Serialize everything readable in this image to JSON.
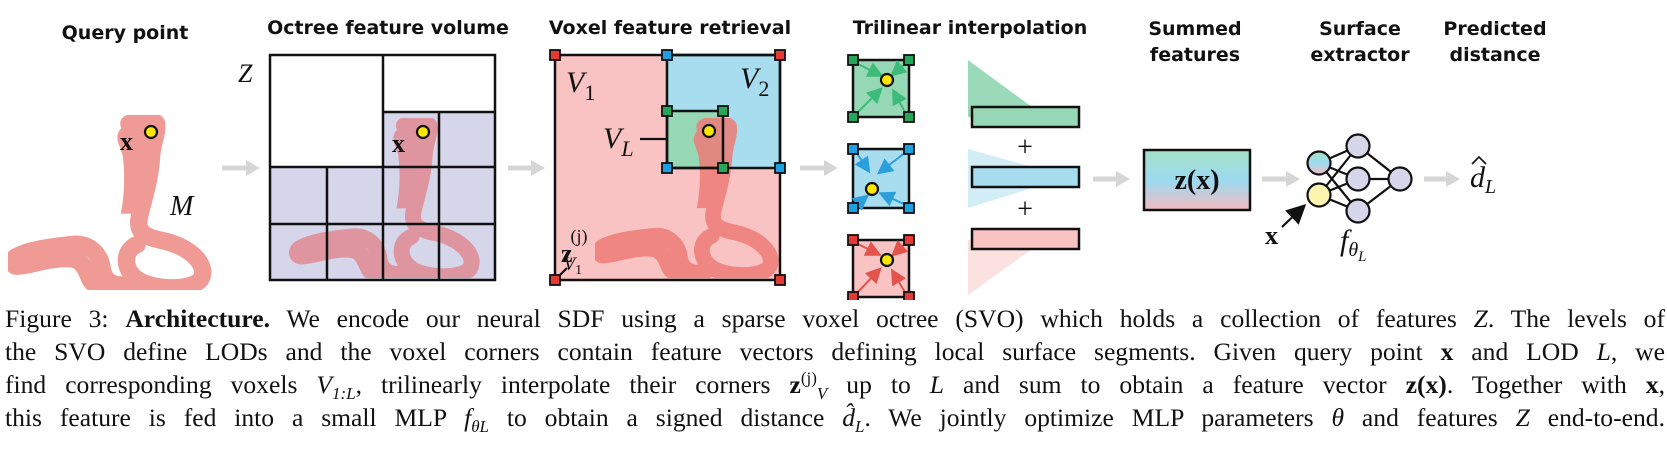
{
  "figure": {
    "stages": [
      {
        "id": "query",
        "title": "Query point"
      },
      {
        "id": "octree",
        "title": "Octree feature volume"
      },
      {
        "id": "voxel",
        "title": "Voxel feature retrieval"
      },
      {
        "id": "trilinear",
        "title": "Trilinear interpolation"
      },
      {
        "id": "summed",
        "title": "Summed\nfeatures"
      },
      {
        "id": "extractor",
        "title": "Surface\nextractor"
      },
      {
        "id": "predicted",
        "title": "Predicted\ndistance"
      }
    ],
    "labels": {
      "query_point": "x",
      "mesh": "M",
      "feature_set": "Z",
      "octree_point": "x",
      "voxel_1": "V",
      "voxel_1_sub": "1",
      "voxel_2": "V",
      "voxel_2_sub": "2",
      "voxel_L": "V",
      "voxel_L_sub": "L",
      "corner_feature": "z",
      "corner_feature_sup": "(j)",
      "corner_feature_sub": "V",
      "corner_feature_sub_sub": "1",
      "plus_1": "+",
      "plus_2": "+",
      "summed_feature": "z(x)",
      "mlp_input": "x",
      "mlp": "f",
      "mlp_sub": "θ",
      "mlp_sub_sub": "L",
      "output": "d",
      "output_sub": "L"
    },
    "colors": {
      "level_1": "#f4c4c4",
      "level_1_corner": "#e53935",
      "level_2": "#a8dcef",
      "level_2_corner": "#1e9fe0",
      "level_L": "#96d8b5",
      "level_L_corner": "#26a65b",
      "octree_fill": "#d6d6ea",
      "query_dot": "#ffe600",
      "snake": "#f09a95",
      "arrow": "#d6d6d6",
      "mlp_node": "#d6d6ea",
      "mlp_input_node": "#fbf5b0"
    }
  },
  "caption": {
    "prefix": "Figure 3: ",
    "bold": "Architecture.",
    "lines": [
      [
        " We encode our neural SDF using a sparse voxel octree (SVO) which holds a collection of features ",
        {
          "i": "Z"
        },
        ". The levels of"
      ],
      [
        "the SVO define LODs and the voxel corners contain feature vectors defining local surface segments. Given query point ",
        {
          "b": "x"
        },
        " and LOD ",
        {
          "i": "L"
        },
        ", we"
      ],
      [
        "find corresponding voxels ",
        {
          "i": "V",
          "sub": "1:L"
        },
        ", trilinearly interpolate their corners ",
        {
          "b": "z",
          "sup": "(j)",
          "sub": "V"
        },
        " up to ",
        {
          "i": "L"
        },
        " and sum to obtain a feature vector ",
        {
          "b": "z(x)"
        },
        ". Together with ",
        {
          "b": "x"
        },
        ","
      ],
      [
        "this feature is fed into a small MLP ",
        {
          "i": "f",
          "sub": "θL"
        },
        " to obtain a signed distance ",
        {
          "i": "d̂",
          "sub": "L"
        },
        ". We jointly optimize MLP parameters ",
        {
          "i": "θ"
        },
        " and features ",
        {
          "i": "Z"
        },
        " end-to-end."
      ]
    ]
  }
}
